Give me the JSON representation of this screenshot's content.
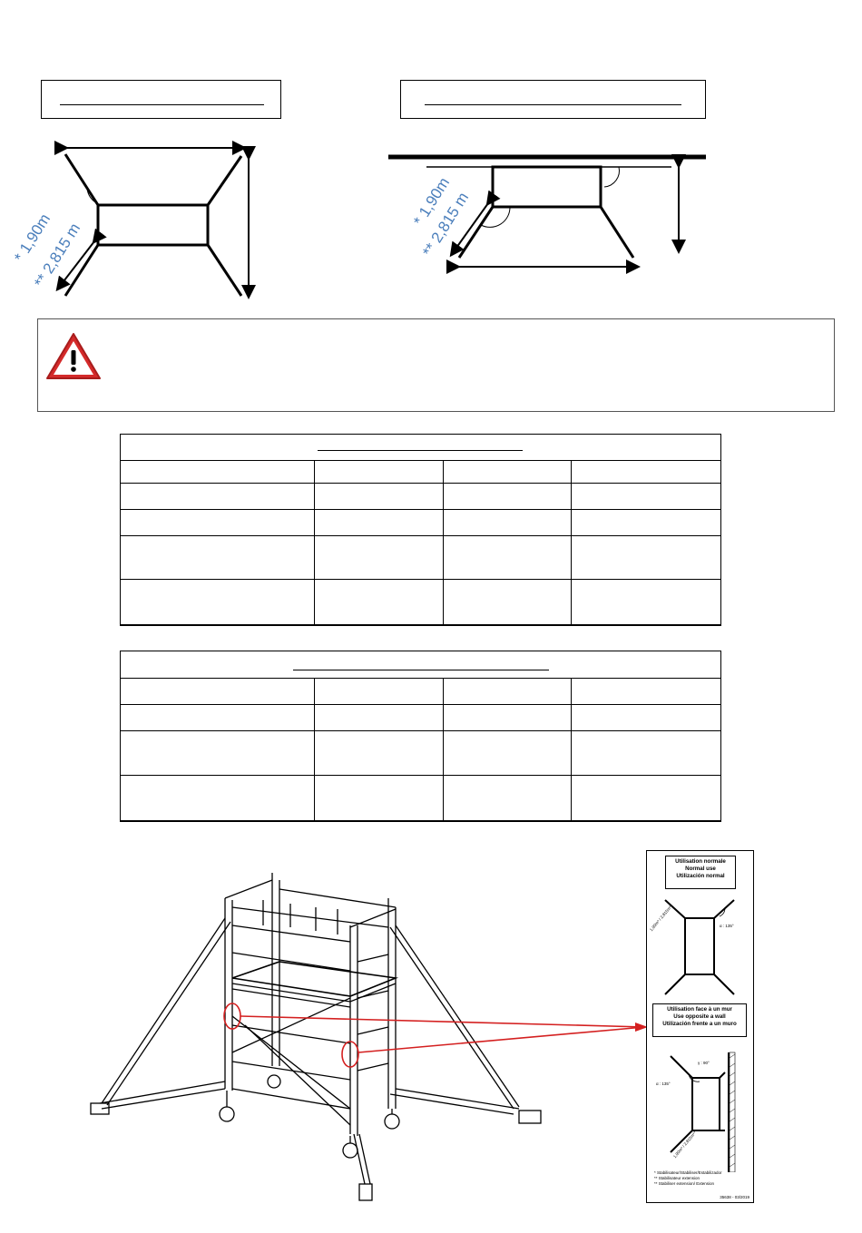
{
  "diagram_left": {
    "dim_1": "* 1,90m",
    "dim_2": "** 2,815 m"
  },
  "diagram_right": {
    "dim_1": "* 1,90m",
    "dim_2": "** 2,815 m"
  },
  "label_panel": {
    "normal_title": [
      "Utilisation normale",
      "Normal use",
      "Utilización normal"
    ],
    "normal_dims": "1,90m* / 2,815m**",
    "normal_angle": "α : 135°",
    "wall_title": [
      "Utilisation face à un mur",
      "Use opposite a wall",
      "Utilización frente a un muro"
    ],
    "wall_angle_1": "γ : 90°",
    "wall_angle_2": "α : 135°",
    "wall_dims": "1,90m* / 2,815m**",
    "notes": [
      "* Stabilisateur/Stabiliser/Estabilizador",
      "** Stabilisateur extension",
      "** Stabiliser extension/ Extension"
    ],
    "code": "35638 - 03/2019"
  },
  "colors": {
    "dim_text": "#4a7ebb",
    "callout": "#d42020",
    "warning_fill": "#d42a2a"
  }
}
